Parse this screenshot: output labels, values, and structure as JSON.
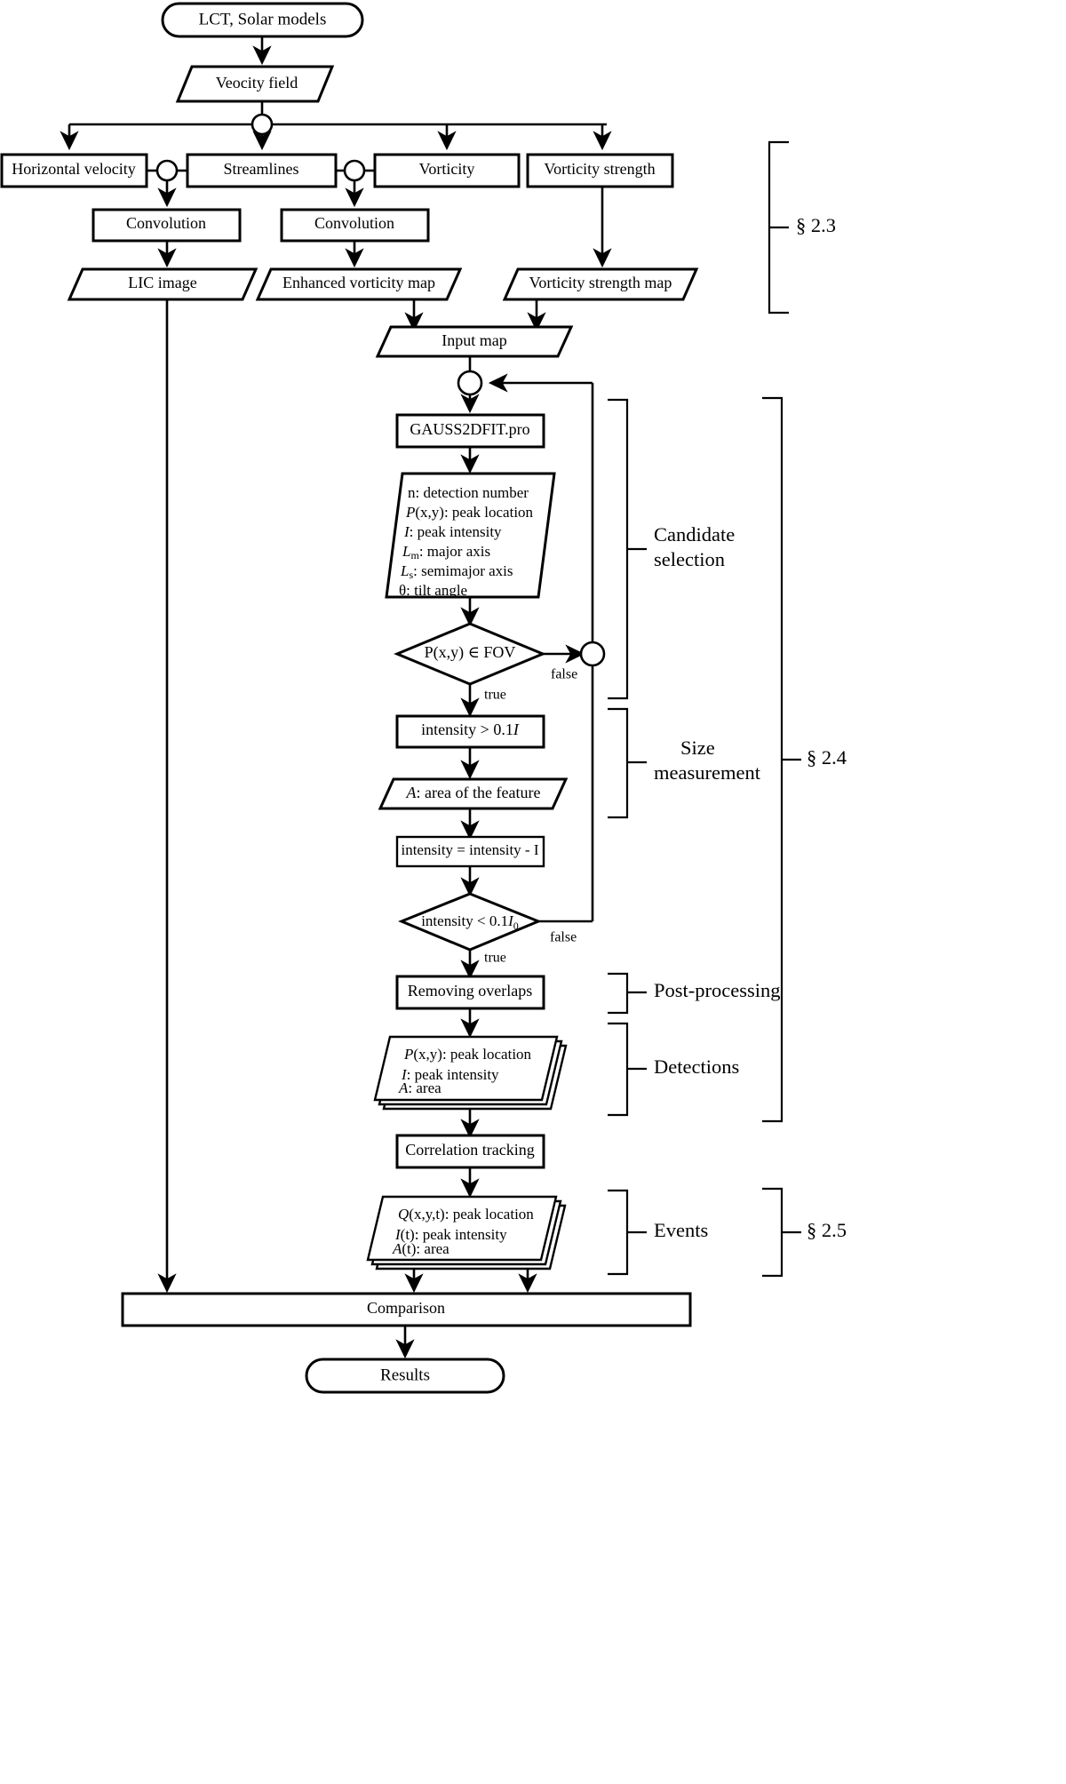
{
  "diagram": {
    "title": "Feature detection and tracking flowchart",
    "nodes": {
      "start": "LCT, Solar models",
      "velocity_field": "Veocity field",
      "horizontal_velocity": "Horizontal velocity",
      "streamlines": "Streamlines",
      "vorticity": "Vorticity",
      "vorticity_strength": "Vorticity strength",
      "convolution_left": "Convolution",
      "convolution_right": "Convolution",
      "lic_image": "LIC image",
      "enhanced_vorticity_map": "Enhanced vorticity map",
      "vorticity_strength_map": "Vorticity strength map",
      "input_map": "Input map",
      "gauss2dfit": "GAUSS2DFIT.pro",
      "fov_decision": "P(x,y) ∈ FOV",
      "intensity_threshold": "intensity > 0.1I",
      "area_feature": "A: area of the feature",
      "intensity_update": "intensity = intensity - I",
      "intensity_decision": "intensity < 0.1I",
      "intensity_decision_sub": "0",
      "removing_overlaps": "Removing overlaps",
      "correlation_tracking": "Correlation tracking",
      "comparison": "Comparison",
      "results": "Results"
    },
    "parameter_list": [
      {
        "sym": "n",
        "ital": false,
        "sub": "",
        "desc": ": detection number"
      },
      {
        "sym": "P",
        "ital": true,
        "sub": "",
        "desc": "(x,y): peak location"
      },
      {
        "sym": "I",
        "ital": true,
        "sub": "",
        "desc": ": peak intensity"
      },
      {
        "sym": "L",
        "ital": true,
        "sub": "m",
        "desc": ": major axis"
      },
      {
        "sym": "L",
        "ital": true,
        "sub": "s",
        "desc": ": semimajor axis"
      },
      {
        "sym": "θ",
        "ital": false,
        "sub": "",
        "desc": ": tilt angle"
      }
    ],
    "detections_list": [
      {
        "sym": "P",
        "ital": true,
        "desc": "(x,y): peak location"
      },
      {
        "sym": "I",
        "ital": true,
        "desc": ": peak intensity"
      },
      {
        "sym": "A",
        "ital": true,
        "desc": ": area"
      }
    ],
    "events_list": [
      {
        "sym": "Q",
        "ital": true,
        "desc": "(x,y,t): peak location"
      },
      {
        "sym": "I",
        "ital": true,
        "desc": "(t): peak intensity"
      },
      {
        "sym": "A",
        "ital": true,
        "desc": "(t): area"
      }
    ],
    "edge_labels": {
      "fov_false": "false",
      "fov_true": "true",
      "intensity_false": "false",
      "intensity_true": "true"
    },
    "annotations": {
      "section_23": "§ 2.3",
      "section_24": "§ 2.4",
      "section_25": "§ 2.5",
      "candidate_selection_line1": "Candidate",
      "candidate_selection_line2": "selection",
      "size_measurement_line1": "Size",
      "size_measurement_line2": "measurement",
      "post_processing": "Post-processing",
      "detections": "Detections",
      "events": "Events"
    },
    "colors": {
      "stroke": "#000000",
      "fill": "#ffffff",
      "background": "#ffffff"
    }
  }
}
